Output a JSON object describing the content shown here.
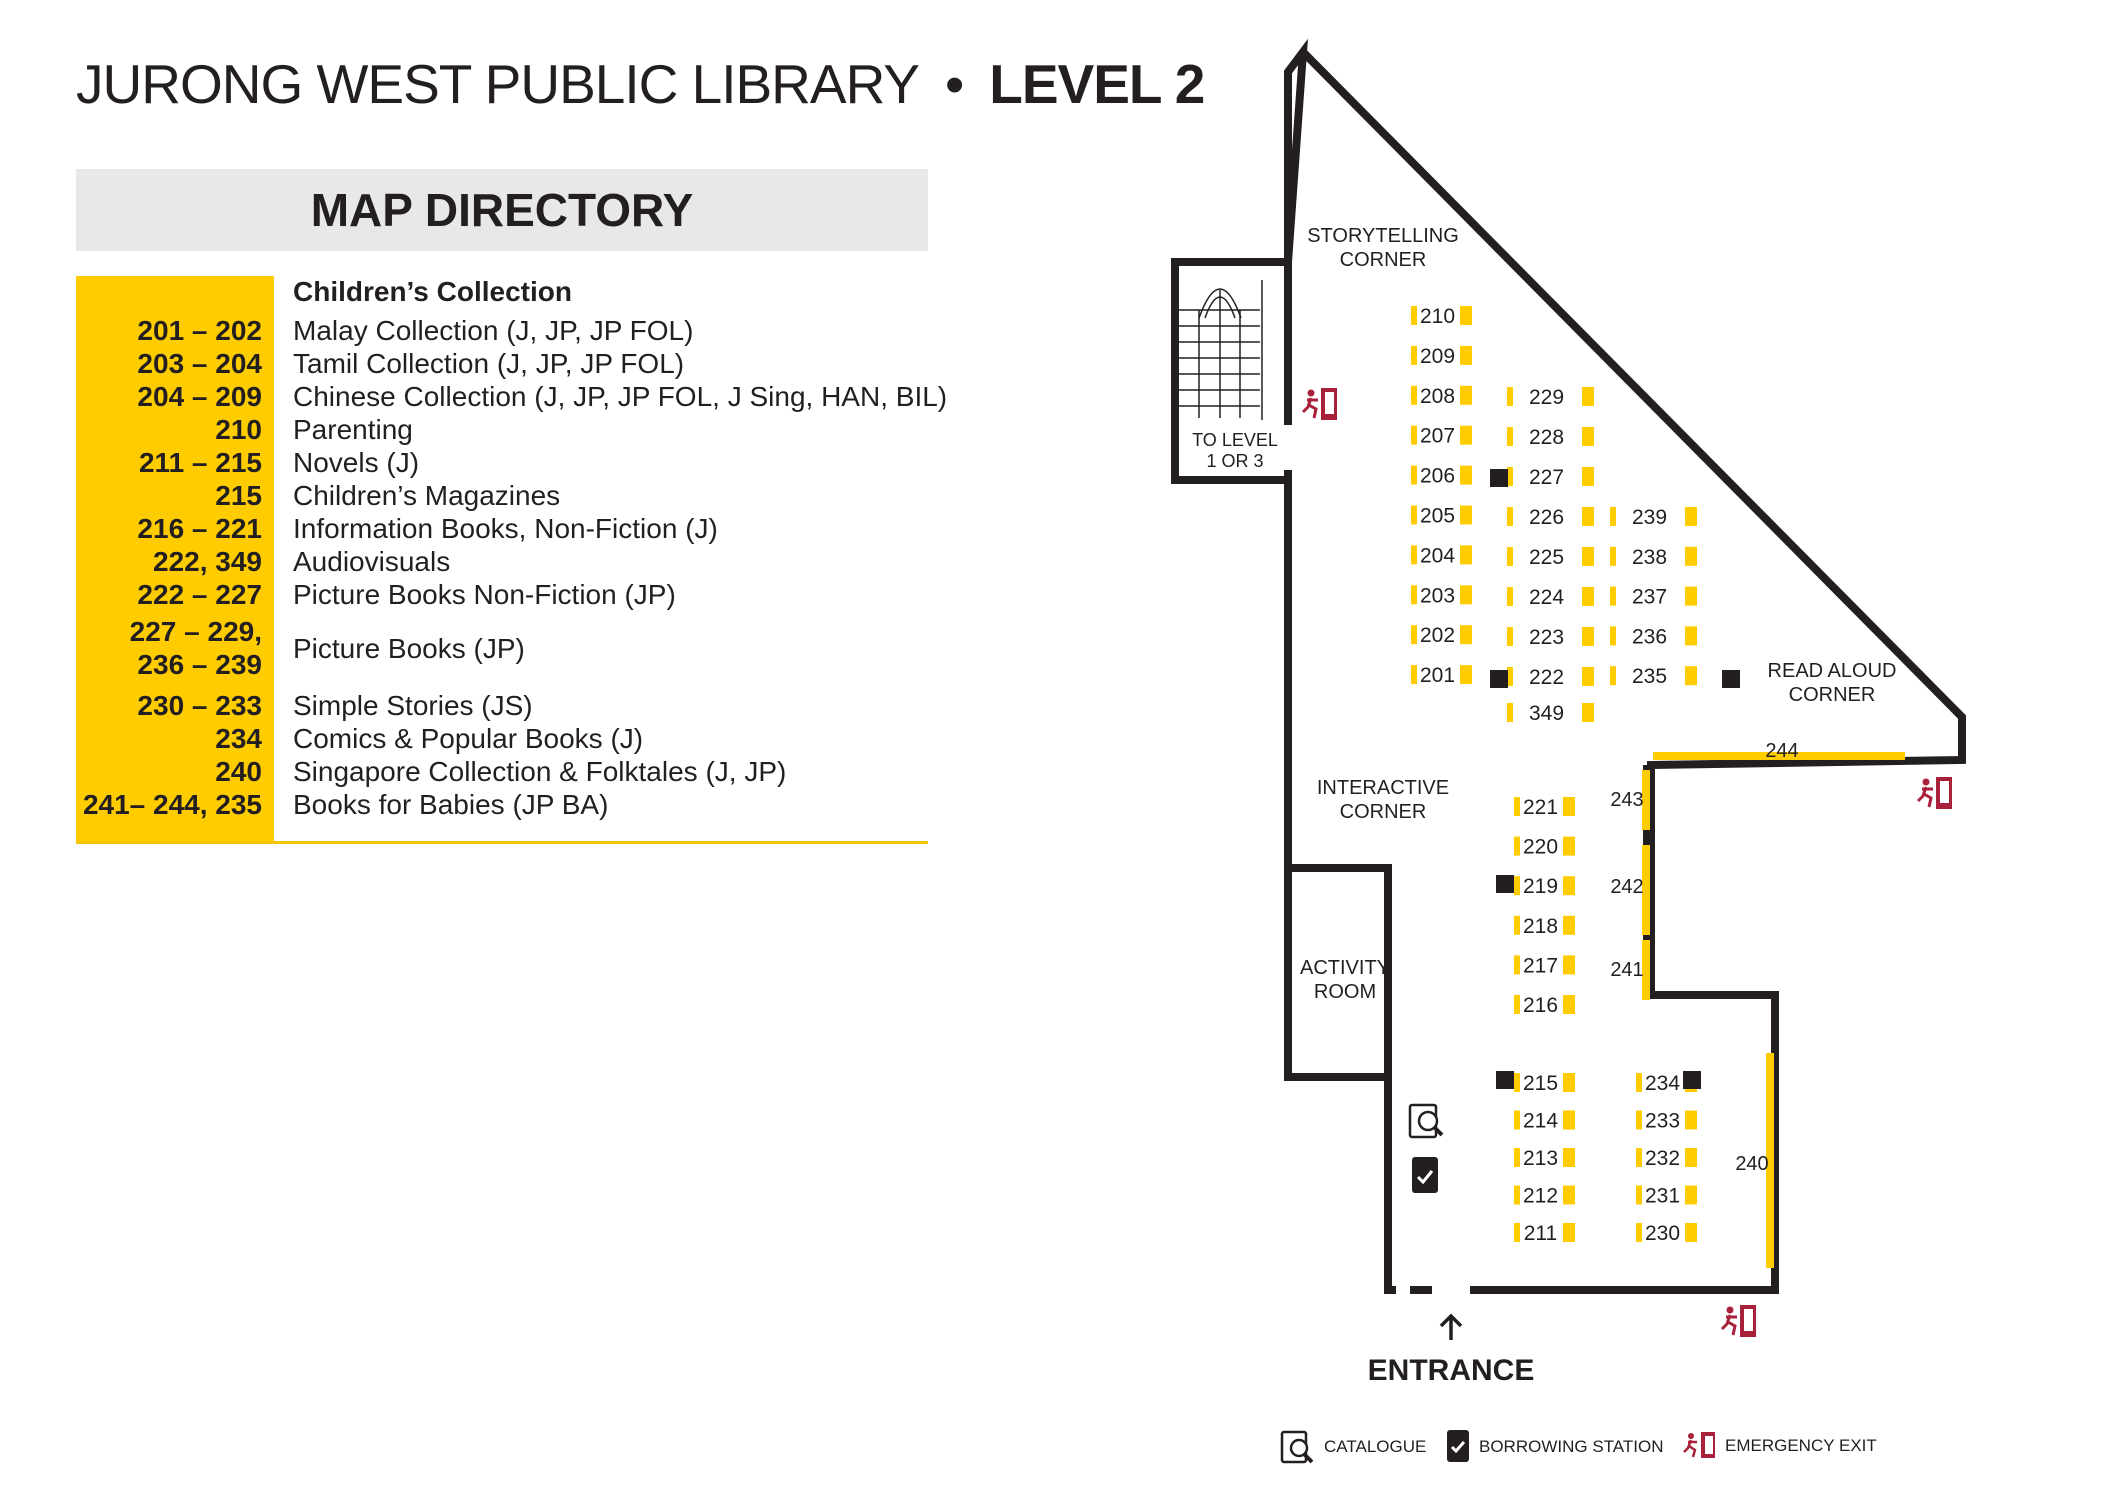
{
  "title": {
    "main": "JURONG WEST PUBLIC LIBRARY",
    "bullet": "•",
    "level": "LEVEL 2"
  },
  "directory": {
    "header": "MAP DIRECTORY",
    "category": "Children’s Collection",
    "rows": [
      {
        "num": "201 – 202",
        "desc": "Malay Collection (J, JP, JP FOL)"
      },
      {
        "num": "203 – 204",
        "desc": "Tamil Collection (J, JP, JP FOL)"
      },
      {
        "num": "204 – 209",
        "desc": "Chinese Collection (J, JP, JP FOL, J Sing, HAN, BIL)"
      },
      {
        "num": "210",
        "desc": "Parenting"
      },
      {
        "num": "211 – 215",
        "desc": "Novels (J)"
      },
      {
        "num": "215",
        "desc": "Children’s Magazines"
      },
      {
        "num": "216 – 221",
        "desc": "Information Books, Non-Fiction (J)"
      },
      {
        "num": "222, 349",
        "desc": "Audiovisuals"
      },
      {
        "num": "222 – 227",
        "desc": "Picture Books Non-Fiction (JP)"
      },
      {
        "num": "227 – 229,",
        "num2": "236 – 239",
        "desc": "Picture Books (JP)"
      },
      {
        "num": "230 – 233",
        "desc": "Simple Stories (JS)"
      },
      {
        "num": "234",
        "desc": "Comics & Popular Books (J)"
      },
      {
        "num": "240",
        "desc": "Singapore Collection & Folktales (J, JP)"
      },
      {
        "num": "241– 244, 235",
        "desc": "Books for Babies (JP BA)"
      }
    ]
  },
  "map": {
    "areas": {
      "storytelling": [
        "STORYTELLING",
        "CORNER"
      ],
      "to_level": [
        "TO LEVEL",
        "1 OR 3"
      ],
      "read_aloud": [
        "READ ALOUD",
        "CORNER"
      ],
      "interactive": [
        "INTERACTIVE",
        "CORNER"
      ],
      "activity": [
        "ACTIVITY",
        "ROOM"
      ],
      "entrance": "ENTRANCE"
    },
    "shelves_col1": [
      "210",
      "209",
      "208",
      "207",
      "206",
      "205",
      "204",
      "203",
      "202",
      "201"
    ],
    "shelves_col2": [
      "229",
      "228",
      "227",
      "226",
      "225",
      "224",
      "223",
      "222",
      "349"
    ],
    "shelves_col3": [
      "239",
      "238",
      "237",
      "236",
      "235"
    ],
    "shelves_col4": [
      "221",
      "220",
      "219",
      "218",
      "217",
      "216"
    ],
    "shelves_col5": [
      "215",
      "214",
      "213",
      "212",
      "211"
    ],
    "shelves_col6": [
      "234",
      "233",
      "232",
      "231",
      "230"
    ],
    "wall_shelves": [
      "244",
      "243",
      "242",
      "241",
      "240"
    ]
  },
  "legend": {
    "catalogue": "CATALOGUE",
    "borrowing": "BORROWING STATION",
    "exit": "EMERGENCY EXIT"
  },
  "colors": {
    "shelf": "#ffcc00",
    "exit": "#a8203a",
    "wall": "#231f20"
  }
}
